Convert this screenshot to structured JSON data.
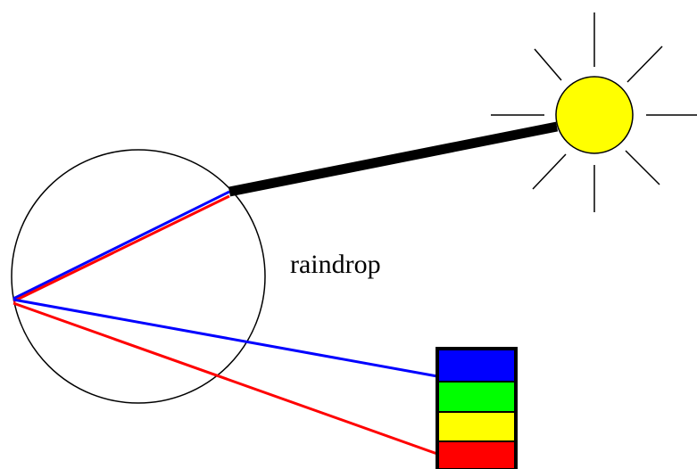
{
  "labels": {
    "raindrop": "raindrop"
  },
  "colors": {
    "background": "#ffffff",
    "outline": "#000000",
    "sun_fill": "#ffff00",
    "sunlight_beam": "#000000",
    "blue_ray": "#0000ff",
    "red_ray": "#ff0000",
    "spectrum_blue": "#0000ff",
    "spectrum_green": "#00ff00",
    "spectrum_yellow": "#ffff00",
    "spectrum_red": "#ff0000"
  },
  "icons": {
    "sun": "sun-icon",
    "raindrop": "raindrop-circle",
    "spectrum": "color-spectrum-bar"
  }
}
